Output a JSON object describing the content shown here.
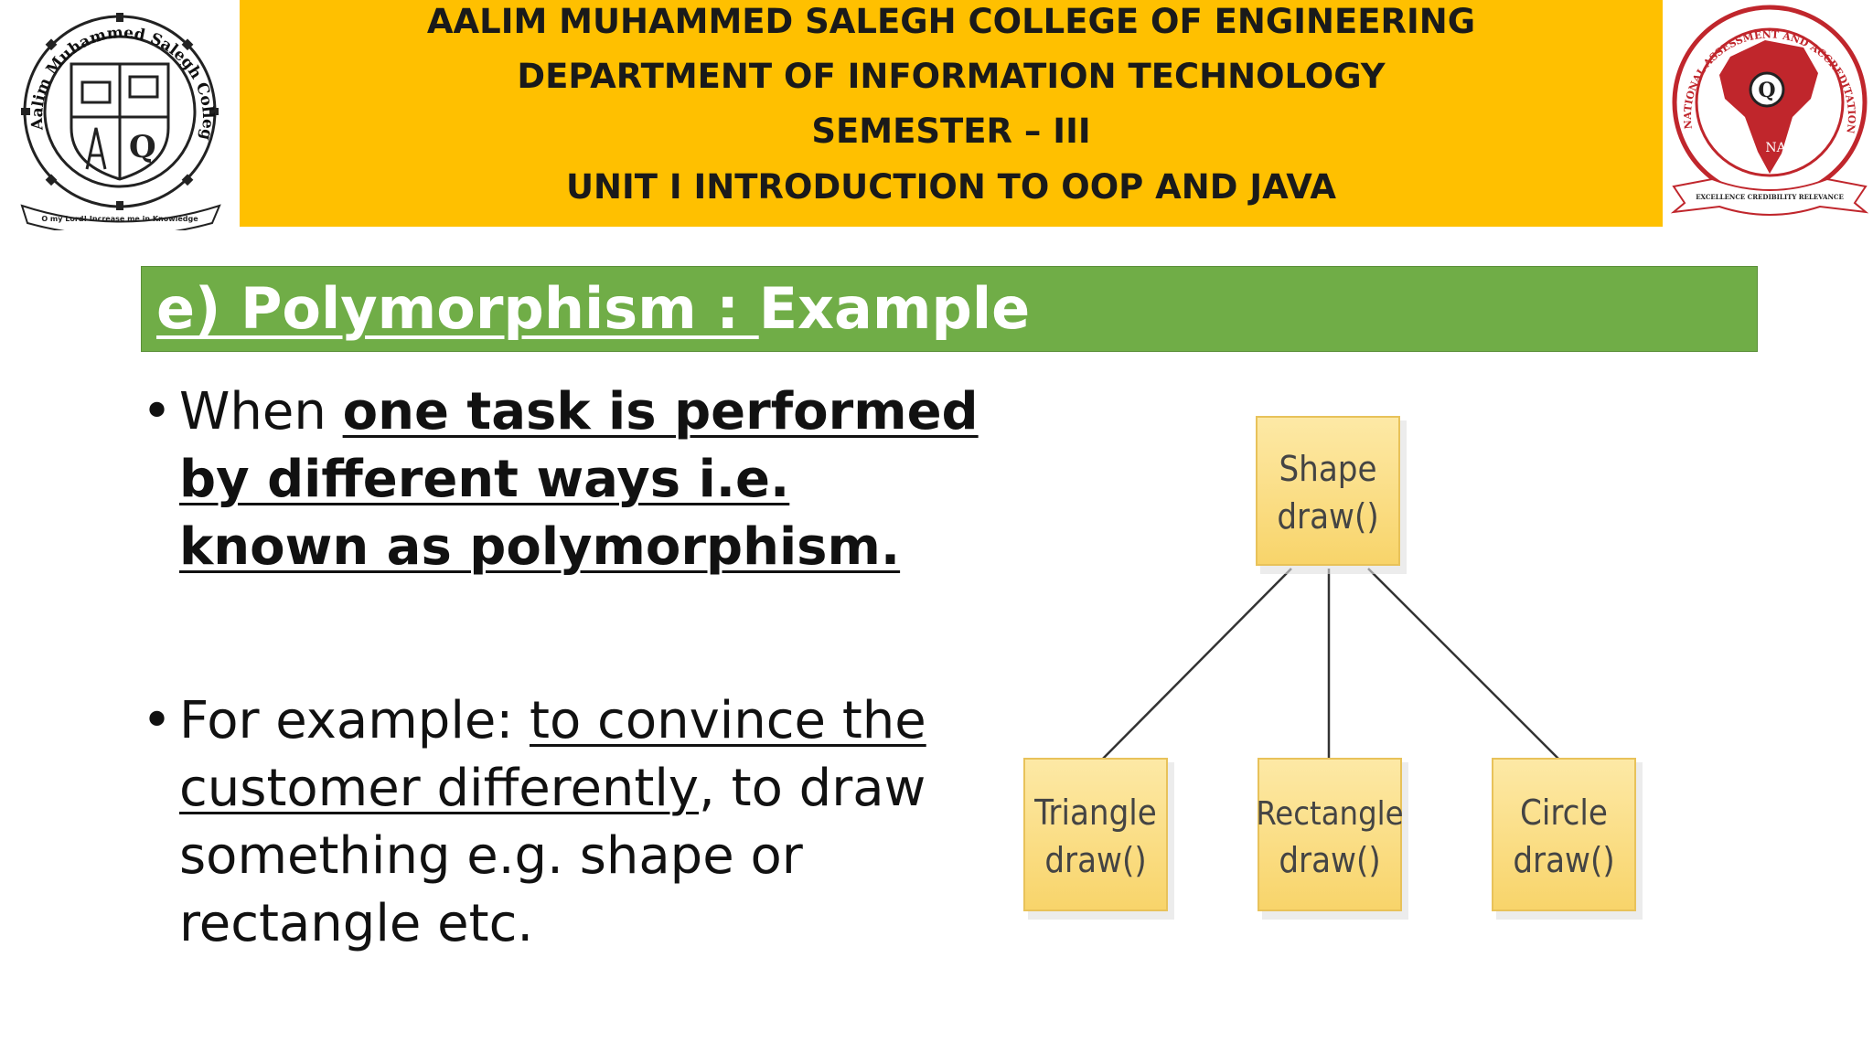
{
  "header": {
    "line1": "AALIM MUHAMMED SALEGH COLLEGE OF ENGINEERING",
    "line2": "DEPARTMENT OF  INFORMATION TECHNOLOGY",
    "line3": "SEMESTER – III",
    "line4": "UNIT I INTRODUCTION TO OOP AND JAVA",
    "background_color": "#ffc000"
  },
  "logos": {
    "left": {
      "icon": "college-seal-logo",
      "ring_text": "Aalim Muhammed Salegh College of Engineering",
      "ribbon_text": "O my Lord! Increase me in Knowledge"
    },
    "right": {
      "icon": "naac-seal-logo",
      "ring_text": "NATIONAL ASSESSMENT AND ACCREDITATION COUNCIL",
      "center_text": "NAAC",
      "ribbon_text": "EXCELLENCE CREDIBILITY RELEVANCE"
    }
  },
  "title": {
    "underlined": "e) Polymorphism : ",
    "rest": "Example",
    "background_color": "#70ad47"
  },
  "bullets": [
    {
      "prefix": "When ",
      "emphasis": "one task is performed by different ways i.e. known as polymorphism."
    },
    {
      "prefix": "For example: ",
      "underlined": "to convince the customer differently",
      "suffix": ", to draw something e.g. shape or rectangle etc."
    }
  ],
  "diagram": {
    "root": {
      "name": "Shape",
      "method": "draw()"
    },
    "children": [
      {
        "name": "Triangle",
        "method": "draw()"
      },
      {
        "name": "Rectangle",
        "method": "draw()"
      },
      {
        "name": "Circle",
        "method": "draw()"
      }
    ],
    "node_color": "#fbe08a",
    "node_border": "#e8c25a"
  }
}
